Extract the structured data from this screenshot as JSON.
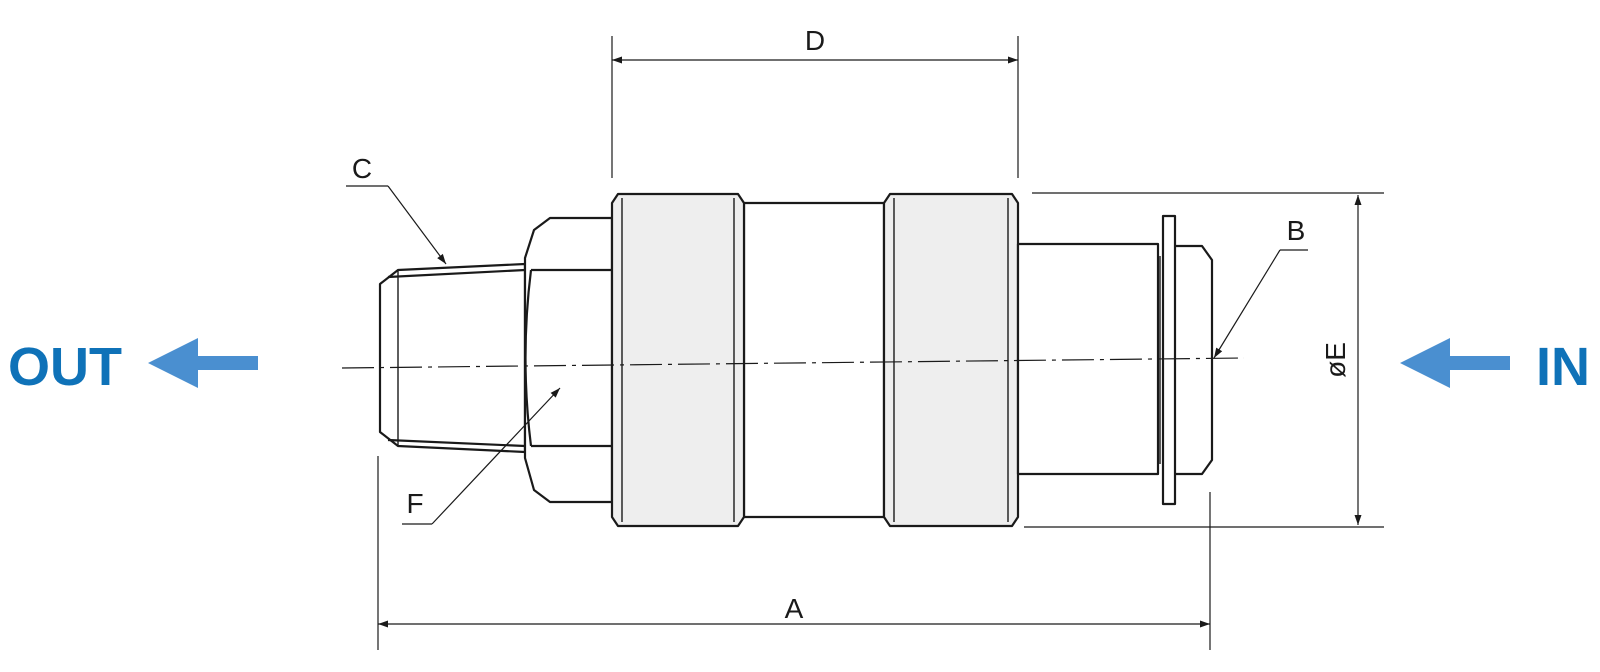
{
  "labels": {
    "a": "A",
    "b": "B",
    "c": "C",
    "d": "D",
    "e": "øE",
    "f": "F"
  },
  "flow": {
    "out_label": "OUT",
    "in_label": "IN",
    "color": "#0f72b8",
    "arrow_color": "#4a8fd0"
  },
  "style": {
    "line_color": "#1a1a1a",
    "band_fill": "#eeeeee"
  }
}
